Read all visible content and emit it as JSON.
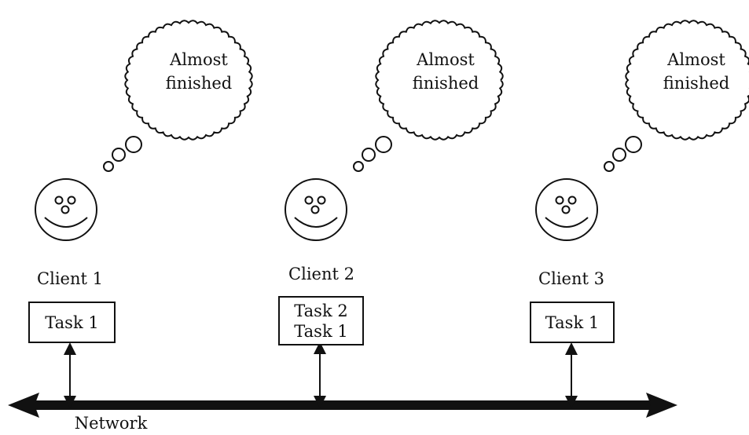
{
  "clients": [
    {
      "name": "Client 1",
      "thought": [
        "Almost",
        "finished"
      ],
      "tasks": [
        "Task 1"
      ]
    },
    {
      "name": "Client 2",
      "thought": [
        "Almost",
        "finished"
      ],
      "tasks": [
        "Task 2",
        "Task 1"
      ]
    },
    {
      "name": "Client 3",
      "thought": [
        "Almost",
        "finished"
      ],
      "tasks": [
        "Task 1"
      ]
    }
  ],
  "network": {
    "label": "Network"
  }
}
